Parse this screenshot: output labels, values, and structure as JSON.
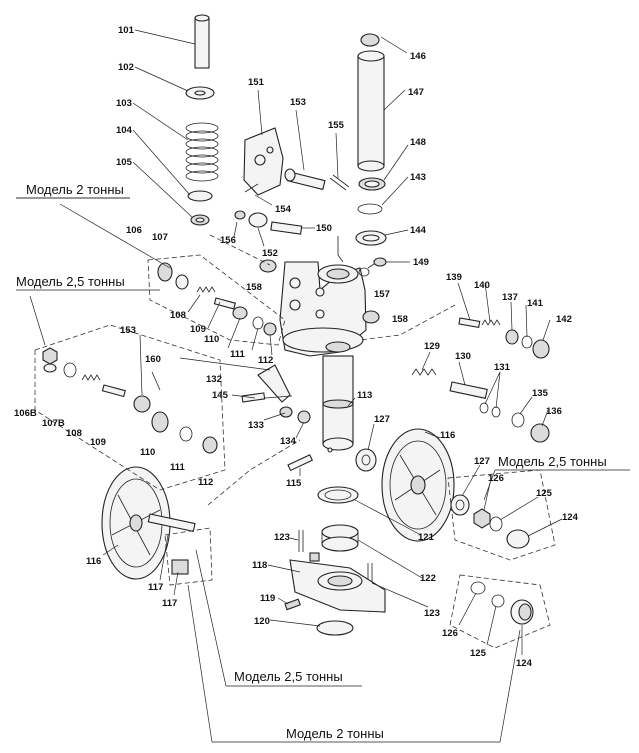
{
  "captions": {
    "model_2t_top": "Модель 2 тонны",
    "model_25t_left": "Модель 2,5 тонны",
    "model_25t_right": "Модель 2,5 тонны",
    "model_25t_bottom": "Модель 2,5 тонны",
    "model_2t_bottom": "Модель 2 тонны"
  },
  "labels": {
    "p101": "101",
    "p102": "102",
    "p103": "103",
    "p104": "104",
    "p105": "105",
    "p106": "106",
    "p107": "107",
    "p108": "108",
    "p109": "109",
    "p110": "110",
    "p111": "111",
    "p112": "112",
    "p106b": "106B",
    "p107b": "107B",
    "p108b": "108",
    "p109b": "109",
    "p153b": "153",
    "p160": "160",
    "p110b": "110",
    "p111b": "111",
    "p112b": "112",
    "p151": "151",
    "p153": "153",
    "p155": "155",
    "p154": "154",
    "p156": "156",
    "p152": "152",
    "p150": "150",
    "p158": "158",
    "p157": "157",
    "p158b": "158",
    "p146": "146",
    "p147": "147",
    "p148": "148",
    "p143": "143",
    "p144": "144",
    "p149": "149",
    "p139": "139",
    "p140": "140",
    "p137": "137",
    "p141": "141",
    "p142": "142",
    "p129": "129",
    "p130": "130",
    "p131": "131",
    "p135": "135",
    "p136": "136",
    "p132": "132",
    "p145": "145",
    "p133": "133",
    "p134": "134",
    "p113": "113",
    "p127": "127",
    "p116": "116",
    "p127b": "127",
    "p126": "126",
    "p125": "125",
    "p124": "124",
    "p115": "115",
    "p121": "121",
    "p116b": "116",
    "p117": "117",
    "p117b": "117",
    "p123": "123",
    "p118": "118",
    "p122": "122",
    "p123b": "123",
    "p119": "119",
    "p120": "120",
    "p126b": "126",
    "p125b": "125",
    "p124b": "124"
  }
}
